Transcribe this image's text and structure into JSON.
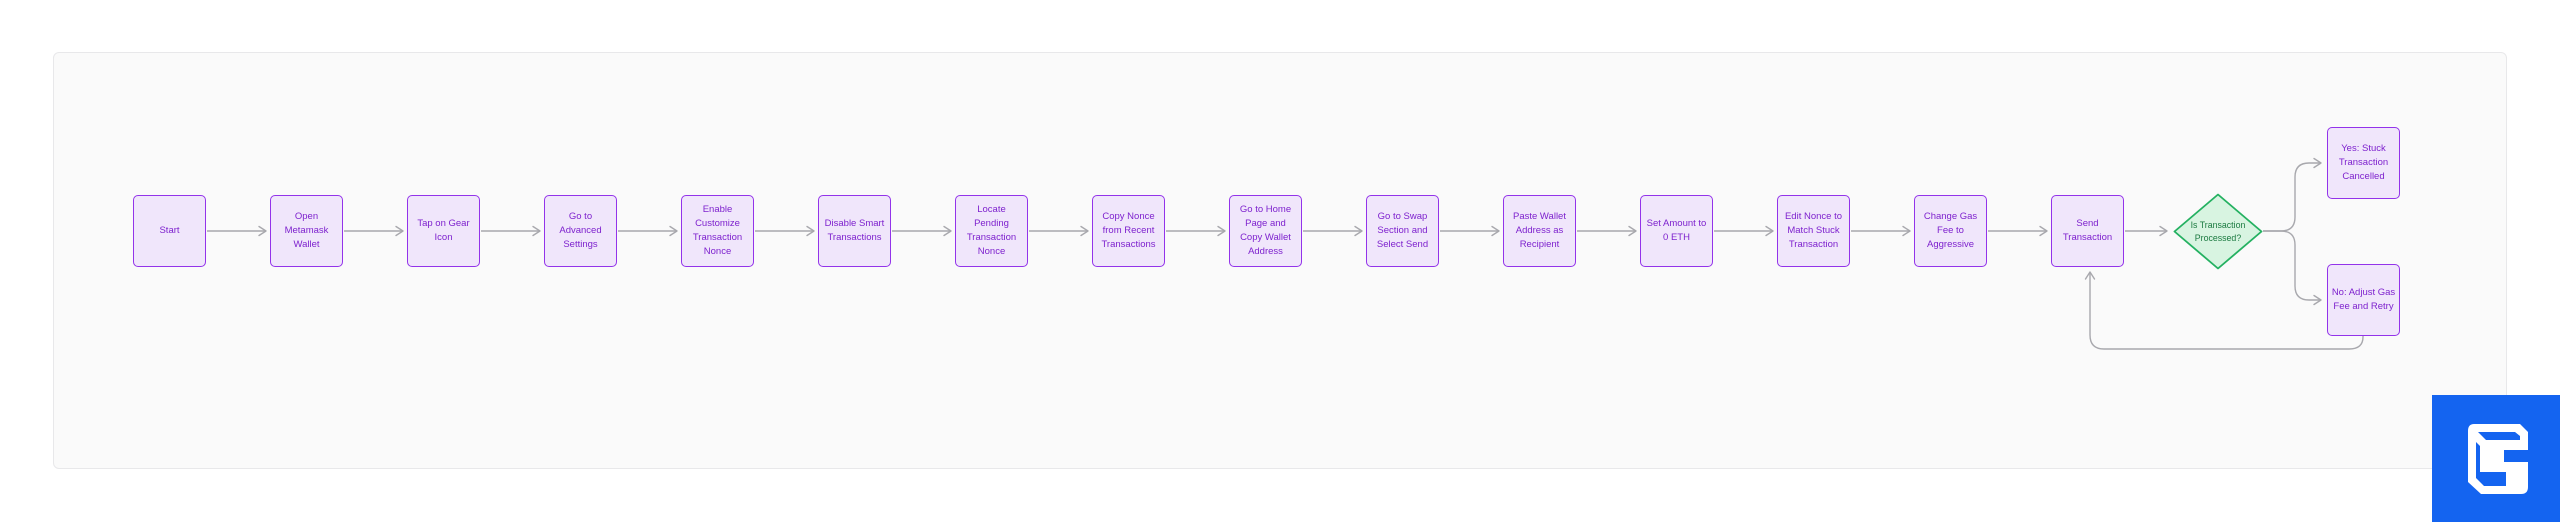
{
  "diagram": {
    "type": "flowchart",
    "direction": "left-to-right",
    "nodes": [
      {
        "id": "start",
        "type": "process",
        "label": "Start"
      },
      {
        "id": "open-wallet",
        "type": "process",
        "label": "Open Metamask Wallet"
      },
      {
        "id": "tap-gear",
        "type": "process",
        "label": "Tap on Gear Icon"
      },
      {
        "id": "advanced-settings",
        "type": "process",
        "label": "Go to Advanced Settings"
      },
      {
        "id": "enable-nonce",
        "type": "process",
        "label": "Enable Customize Transaction Nonce"
      },
      {
        "id": "disable-smart",
        "type": "process",
        "label": "Disable Smart Transactions"
      },
      {
        "id": "locate-nonce",
        "type": "process",
        "label": "Locate Pending Transaction Nonce"
      },
      {
        "id": "copy-nonce",
        "type": "process",
        "label": "Copy Nonce from Recent Transactions"
      },
      {
        "id": "copy-address",
        "type": "process",
        "label": "Go to Home Page and Copy Wallet Address"
      },
      {
        "id": "swap-send",
        "type": "process",
        "label": "Go to Swap Section and Select Send"
      },
      {
        "id": "paste-recipient",
        "type": "process",
        "label": "Paste Wallet Address as Recipient"
      },
      {
        "id": "zero-eth",
        "type": "process",
        "label": "Set Amount to 0 ETH"
      },
      {
        "id": "edit-nonce",
        "type": "process",
        "label": "Edit Nonce to Match Stuck Transaction"
      },
      {
        "id": "gas-aggressive",
        "type": "process",
        "label": "Change Gas Fee to Aggressive"
      },
      {
        "id": "send-tx",
        "type": "process",
        "label": "Send Transaction"
      },
      {
        "id": "is-processed",
        "type": "decision",
        "label": "Is Transaction Processed?"
      },
      {
        "id": "yes-cancelled",
        "type": "outcome",
        "label": "Yes: Stuck Transaction Cancelled"
      },
      {
        "id": "no-retry",
        "type": "outcome",
        "label": "No: Adjust Gas Fee and Retry"
      }
    ],
    "edges": [
      {
        "from": "start",
        "to": "open-wallet"
      },
      {
        "from": "open-wallet",
        "to": "tap-gear"
      },
      {
        "from": "tap-gear",
        "to": "advanced-settings"
      },
      {
        "from": "advanced-settings",
        "to": "enable-nonce"
      },
      {
        "from": "enable-nonce",
        "to": "disable-smart"
      },
      {
        "from": "disable-smart",
        "to": "locate-nonce"
      },
      {
        "from": "locate-nonce",
        "to": "copy-nonce"
      },
      {
        "from": "copy-nonce",
        "to": "copy-address"
      },
      {
        "from": "copy-address",
        "to": "swap-send"
      },
      {
        "from": "swap-send",
        "to": "paste-recipient"
      },
      {
        "from": "paste-recipient",
        "to": "zero-eth"
      },
      {
        "from": "zero-eth",
        "to": "edit-nonce"
      },
      {
        "from": "edit-nonce",
        "to": "gas-aggressive"
      },
      {
        "from": "gas-aggressive",
        "to": "send-tx"
      },
      {
        "from": "send-tx",
        "to": "is-processed"
      },
      {
        "from": "is-processed",
        "to": "yes-cancelled",
        "branch": "yes"
      },
      {
        "from": "is-processed",
        "to": "no-retry",
        "branch": "no"
      },
      {
        "from": "no-retry",
        "to": "send-tx",
        "branch": "loop-back"
      }
    ]
  },
  "colors": {
    "process_fill": "#f0e6fb",
    "process_border": "#9333ea",
    "process_text": "#7e22ce",
    "decision_fill": "#d8f4e1",
    "decision_border": "#24b161",
    "decision_text": "#1b7a40",
    "connector": "#a8a8ad",
    "panel_background": "#fafafa",
    "panel_border": "#e8e8ea",
    "badge_background": "#1464f0"
  },
  "branding": {
    "icon": "cube-logo-icon"
  }
}
